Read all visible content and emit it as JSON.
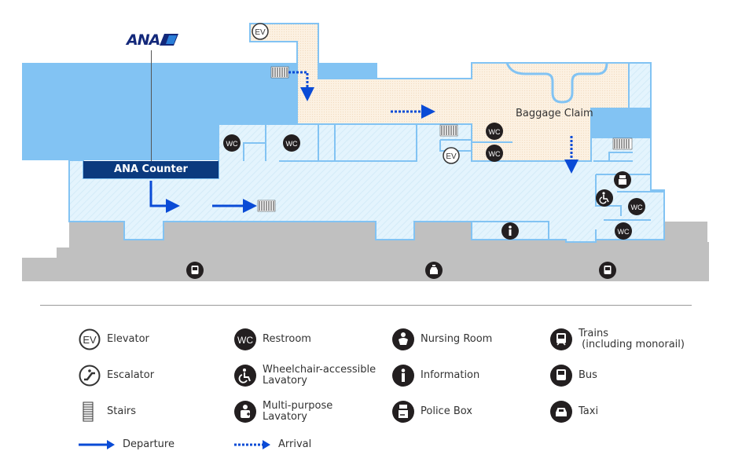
{
  "map": {
    "brand": "ANA",
    "counter_label": "ANA Counter",
    "baggage_claim_label": "Baggage Claim",
    "colors": {
      "aircraft_area": "#82c3f3",
      "arrival_area": "#fcf1e2",
      "departure_area": "#e4f4fd",
      "wall": "#82c3f3",
      "road": "#c0c0c0",
      "counter": "#0b3a7e",
      "route_arrow": "#0a4bd6",
      "icon": "#231f20"
    },
    "facilities": [
      {
        "type": "elevator",
        "icon": "ev-icon"
      },
      {
        "type": "elevator",
        "icon": "ev-icon"
      },
      {
        "type": "restroom",
        "icon": "wc-icon"
      },
      {
        "type": "restroom",
        "icon": "wc-icon"
      },
      {
        "type": "restroom",
        "icon": "wc-icon"
      },
      {
        "type": "restroom",
        "icon": "wc-icon"
      },
      {
        "type": "restroom",
        "icon": "wc-icon"
      },
      {
        "type": "restroom",
        "icon": "wc-icon"
      },
      {
        "type": "police-box",
        "icon": "police-box-icon"
      },
      {
        "type": "wheelchair-lavatory",
        "icon": "wheelchair-icon"
      },
      {
        "type": "information",
        "icon": "info-icon"
      },
      {
        "type": "bus",
        "icon": "bus-icon"
      },
      {
        "type": "taxi",
        "icon": "taxi-icon"
      },
      {
        "type": "bus",
        "icon": "bus-icon"
      }
    ]
  },
  "legend": {
    "elevator": "Elevator",
    "escalator": "Escalator",
    "stairs": "Stairs",
    "departure": "Departure",
    "restroom": "Restroom",
    "wheelchair": "Wheelchair-accessible\nLavatory",
    "multipurpose": "Multi-purpose\nLavatory",
    "arrival": "Arrival",
    "nursing": "Nursing Room",
    "information": "Information",
    "police": "Police Box",
    "trains": "Trains\n (including monorail)",
    "bus": "Bus",
    "taxi": "Taxi"
  }
}
